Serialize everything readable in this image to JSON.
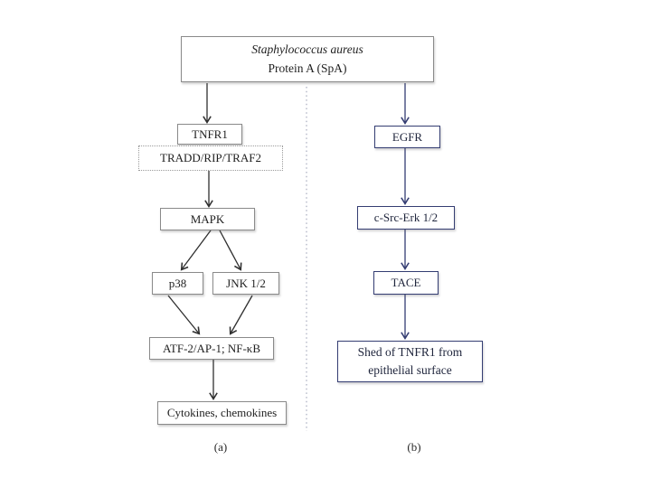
{
  "figure": {
    "source_box": {
      "organism": "Staphylococcus aureus",
      "protein": "Protein A (SpA)"
    },
    "pathway_a": {
      "label": "(a)",
      "tnfr1": "TNFR1",
      "tradd_complex": "TRADD/RIP/TRAF2",
      "mapk": "MAPK",
      "p38": "p38",
      "jnk": "JNK 1/2",
      "transcription_factors": "ATF-2/AP-1; NF-κB",
      "output": "Cytokines, chemokines"
    },
    "pathway_b": {
      "label": "(b)",
      "egfr": "EGFR",
      "src_erk": "c-Src-Erk 1/2",
      "tace": "TACE",
      "output": "Shed of TNFR1 from epithelial surface"
    },
    "colors": {
      "pathway_a_border": "#8a8a8a",
      "pathway_a_arrow": "#2f2f2f",
      "pathway_b_accent": "#343d72",
      "divider": "#a6abbd",
      "background": "#ffffff"
    }
  }
}
